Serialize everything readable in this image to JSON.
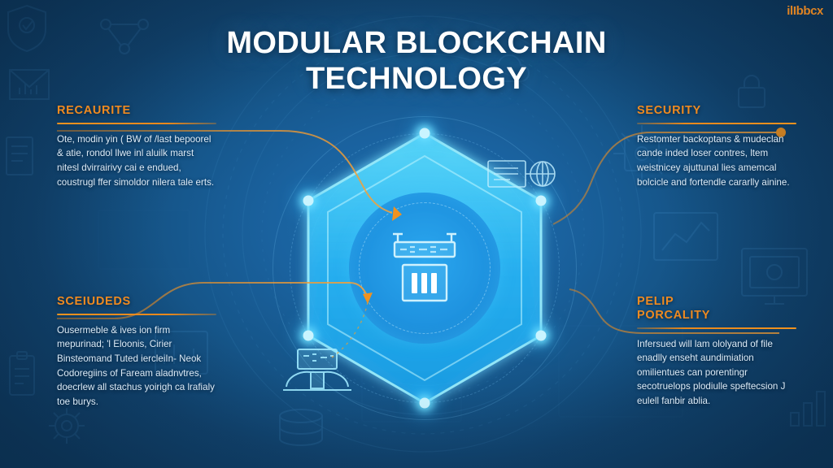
{
  "title": {
    "line1": "MODULAR BLOCKCHAIN",
    "line2": "TECHNOLOGY"
  },
  "watermark": {
    "text": "ilIbbcx"
  },
  "colors": {
    "accent_orange": "#ef8a20",
    "hex_cyan": "#3fd0ff",
    "background_deep_blue": "#0e3a60",
    "background_mid_blue": "#1f6fae",
    "body_text": "#dceaf6",
    "title_white": "#ffffff"
  },
  "blocks": {
    "top_left": {
      "heading": "RECAURITE",
      "body": "Ote, modin yin ( BW of /last bepoorel & atie, rondol llwe inl aluilk marst nitesl dvirrairivy cai e endued, coustrugl ffer simoldor nilera tale erts."
    },
    "top_right": {
      "heading": "SECURITY",
      "body": "Restomter backoptans & mudeclan cande inded loser contres, ltem weistnicey ajuttunal lies amemcal bolcicle and fortendle cararlly ainine."
    },
    "bottom_left": {
      "heading": "SCEIUDEDS",
      "body": "Ousermeble & ives ion firm mepurinad; 'l Eloonis, Cirier Binsteomand Tuted iercleiIn- Neok Codoregiins of Faream aladnvtres, doecrlew all stachus yoirigh ca lrafialy toe burys."
    },
    "bottom_right": {
      "heading_line1": "PELIP",
      "heading_line2": "PORCALITY",
      "body": "Infersued will lam ololyand of file enadlly enseht aundimiation omilientues can porentingr secotruelops plodiulle speftecsion J eulell fanbir ablia."
    }
  },
  "center_graphic": {
    "shape": "hexagon",
    "node_count": 6,
    "core_icon": "server-icon",
    "core_bars": 3
  },
  "icons": {
    "document_network": "document-network-icon",
    "server_bank": "server-bank-icon",
    "shield": "shield-icon",
    "envelope": "envelope-icon",
    "bar_chart": "bar-chart-icon",
    "monitor": "monitor-icon",
    "clipboard": "clipboard-icon"
  }
}
